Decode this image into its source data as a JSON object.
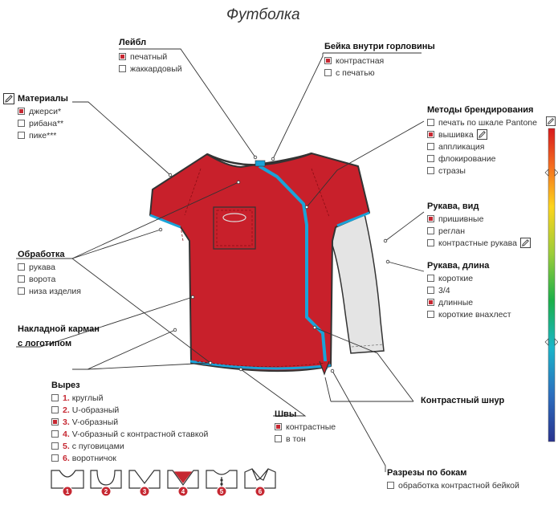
{
  "title": "Футболка",
  "colors": {
    "accent": "#c62832",
    "shirt": "#c8202b",
    "trim": "#1aa3d8",
    "sleeve": "#e3e3e3"
  },
  "label": {
    "title": "Лейбл",
    "options": [
      {
        "text": "печатный",
        "checked": true
      },
      {
        "text": "жаккардовый",
        "checked": false
      }
    ]
  },
  "neck_tape": {
    "title": "Бейка внутри горловины",
    "options": [
      {
        "text": "контрастная",
        "checked": true
      },
      {
        "text": "с печатью",
        "checked": false
      }
    ]
  },
  "materials": {
    "title": "Материалы",
    "icon": "pencil-icon",
    "options": [
      {
        "text": "джерси*",
        "checked": true
      },
      {
        "text": "рибана**",
        "checked": false
      },
      {
        "text": "пике***",
        "checked": false
      }
    ]
  },
  "branding": {
    "title": "Методы брендирования",
    "options": [
      {
        "text": "печать по шкале Pantone",
        "checked": false
      },
      {
        "text": "вышивка",
        "checked": true,
        "icon": "pencil-icon"
      },
      {
        "text": "аппликация",
        "checked": false
      },
      {
        "text": "флокирование",
        "checked": false
      },
      {
        "text": "стразы",
        "checked": false
      }
    ]
  },
  "sleeve_type": {
    "title": "Рукава, вид",
    "options": [
      {
        "text": "пришивные",
        "checked": true
      },
      {
        "text": "реглан",
        "checked": false
      },
      {
        "text": "контрастные рукава",
        "checked": false,
        "icon": "pencil-icon"
      }
    ]
  },
  "sleeve_length": {
    "title": "Рукава, длина",
    "options": [
      {
        "text": "короткие",
        "checked": false
      },
      {
        "text": "3/4",
        "checked": false
      },
      {
        "text": "длинные",
        "checked": true
      },
      {
        "text": "короткие внахлест",
        "checked": false
      }
    ]
  },
  "finishing": {
    "title": "Обработка",
    "options": [
      {
        "text": "рукава",
        "checked": false
      },
      {
        "text": "ворота",
        "checked": false
      },
      {
        "text": "низа изделия",
        "checked": false
      }
    ]
  },
  "pocket": {
    "title_line1": "Накладной карман",
    "title_line2": "с логотипом"
  },
  "neckline": {
    "title": "Вырез",
    "options": [
      {
        "num": "1.",
        "text": "круглый",
        "checked": false
      },
      {
        "num": "2.",
        "text": "U-образный",
        "checked": false
      },
      {
        "num": "3.",
        "text": "V-образный",
        "checked": true
      },
      {
        "num": "4.",
        "text": "V-образный с контрастной ставкой",
        "checked": false
      },
      {
        "num": "5.",
        "text": "с пуговицами",
        "checked": false
      },
      {
        "num": "6.",
        "text": "воротничок",
        "checked": false
      }
    ],
    "icons": [
      "1",
      "2",
      "3",
      "4",
      "5",
      "6"
    ]
  },
  "seams": {
    "title": "Швы",
    "options": [
      {
        "text": "контрастные",
        "checked": true
      },
      {
        "text": "в тон",
        "checked": false
      }
    ]
  },
  "cord": {
    "title": "Контрастный шнур"
  },
  "side_slits": {
    "title": "Разрезы по бокам",
    "options": [
      {
        "text": "обработка контрастной бейкой",
        "checked": false
      }
    ]
  },
  "palette": {
    "icon": "pencil-icon"
  }
}
